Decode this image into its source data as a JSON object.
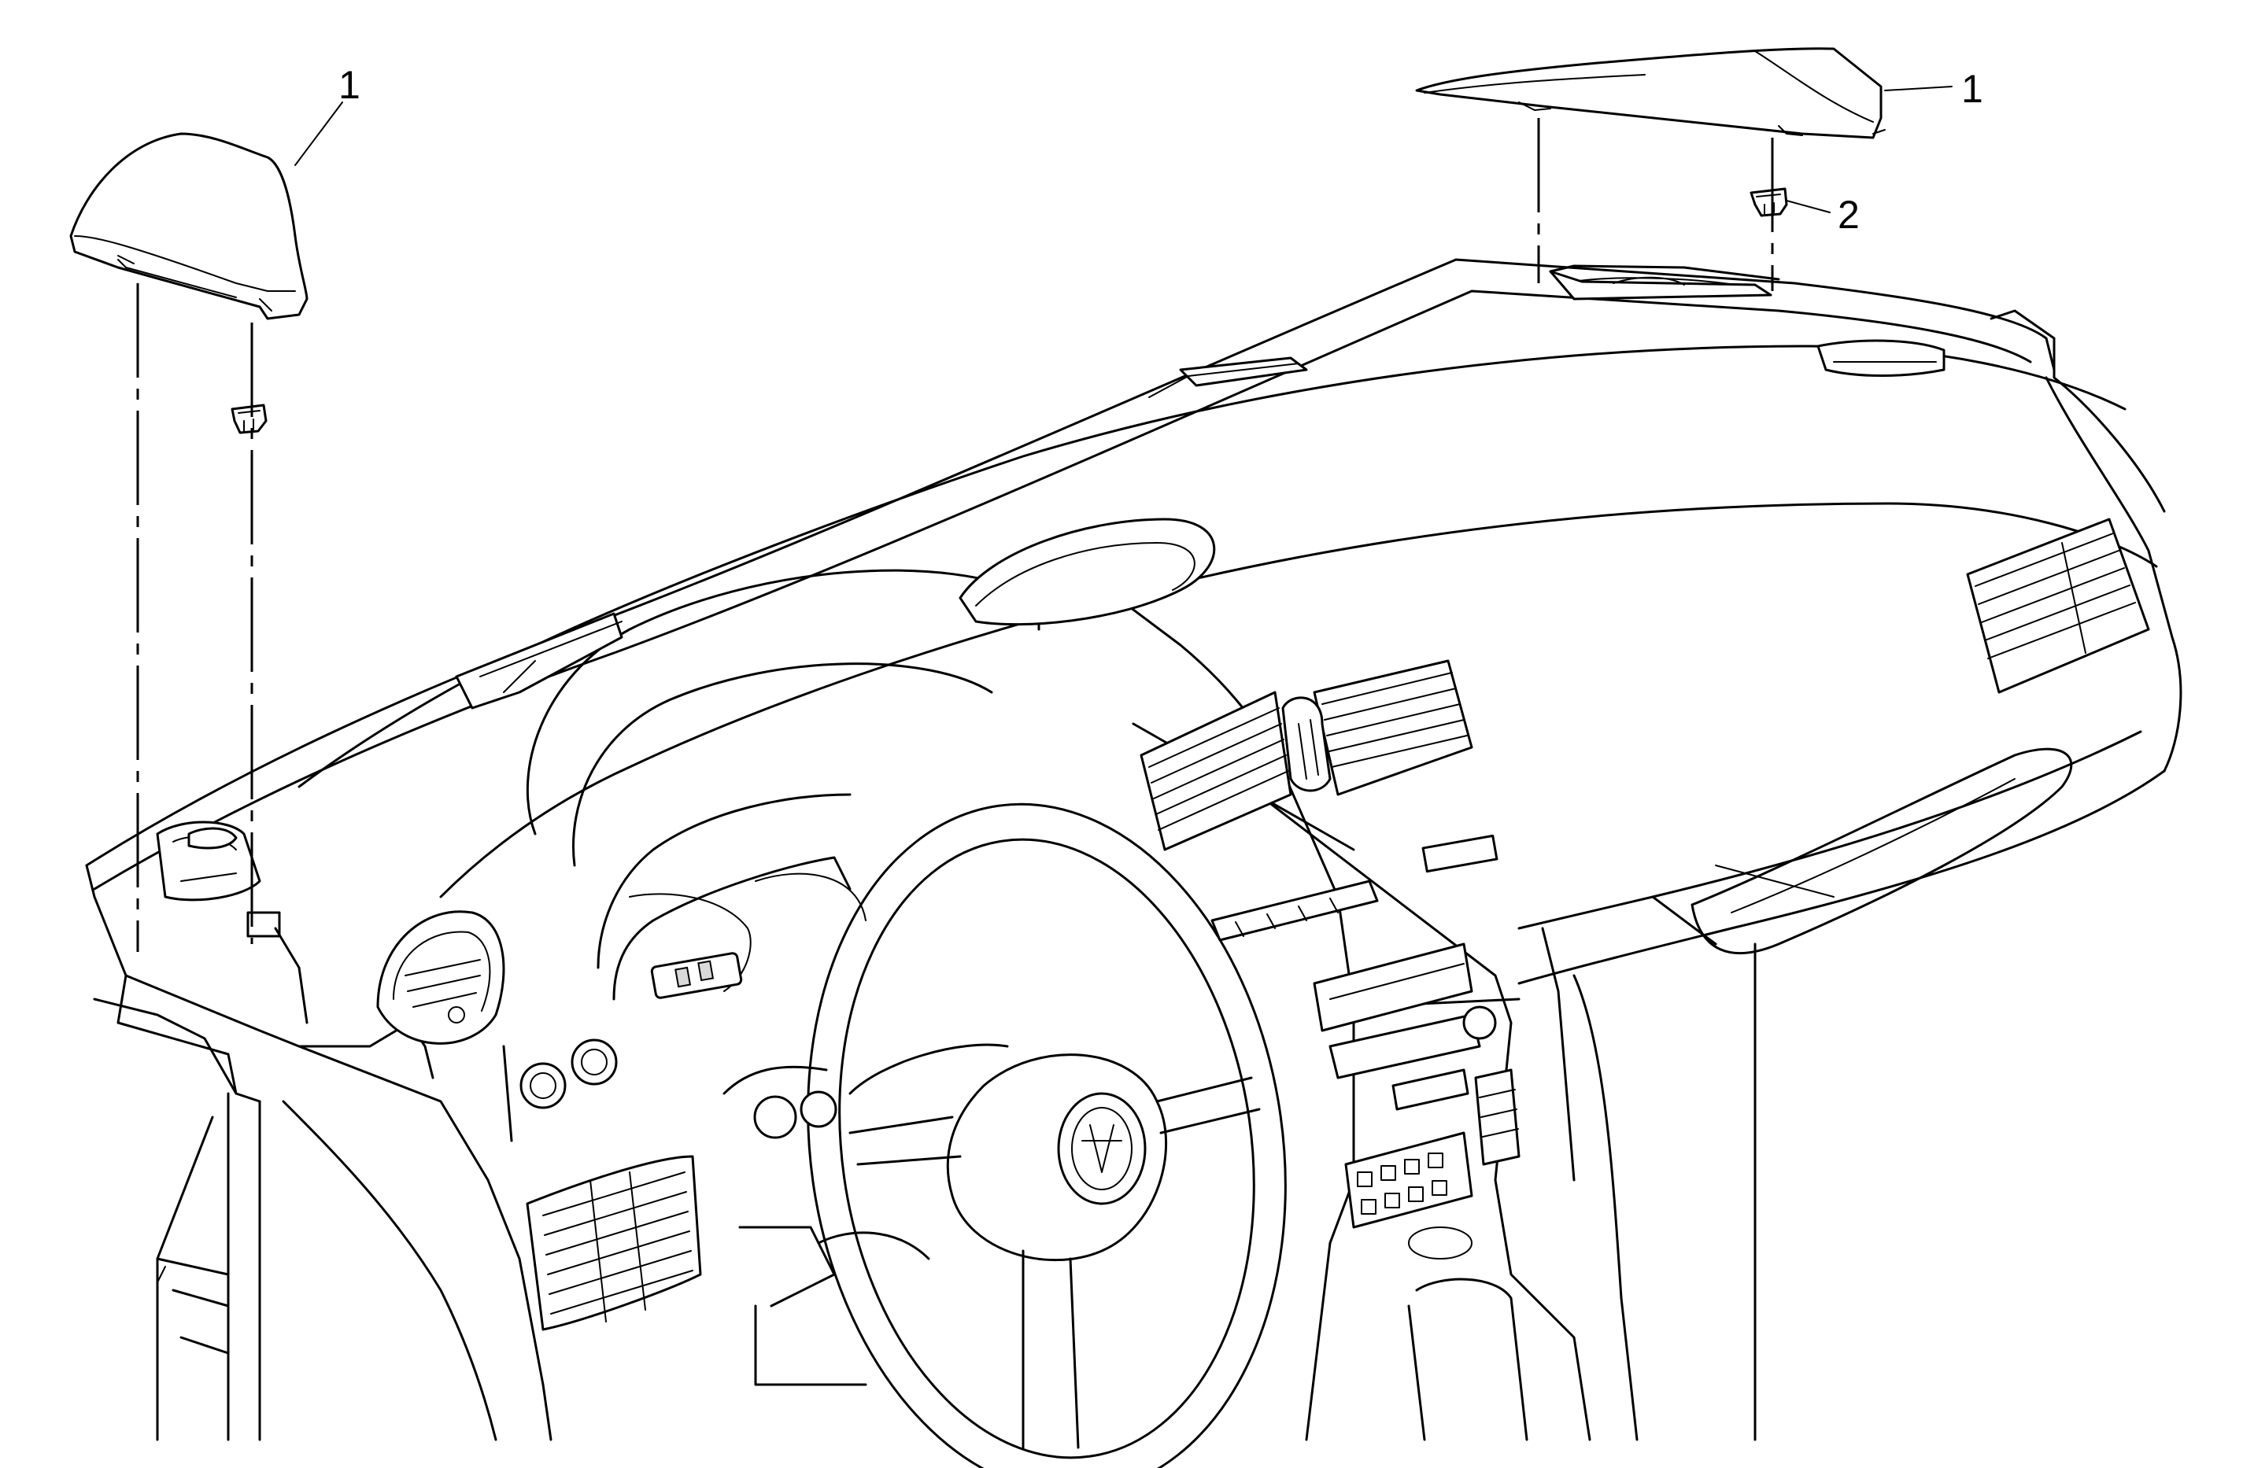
{
  "callouts": [
    {
      "id": "left-panel",
      "label": "1"
    },
    {
      "id": "right-panel",
      "label": "1"
    },
    {
      "id": "retainer-clip",
      "label": "2"
    }
  ]
}
